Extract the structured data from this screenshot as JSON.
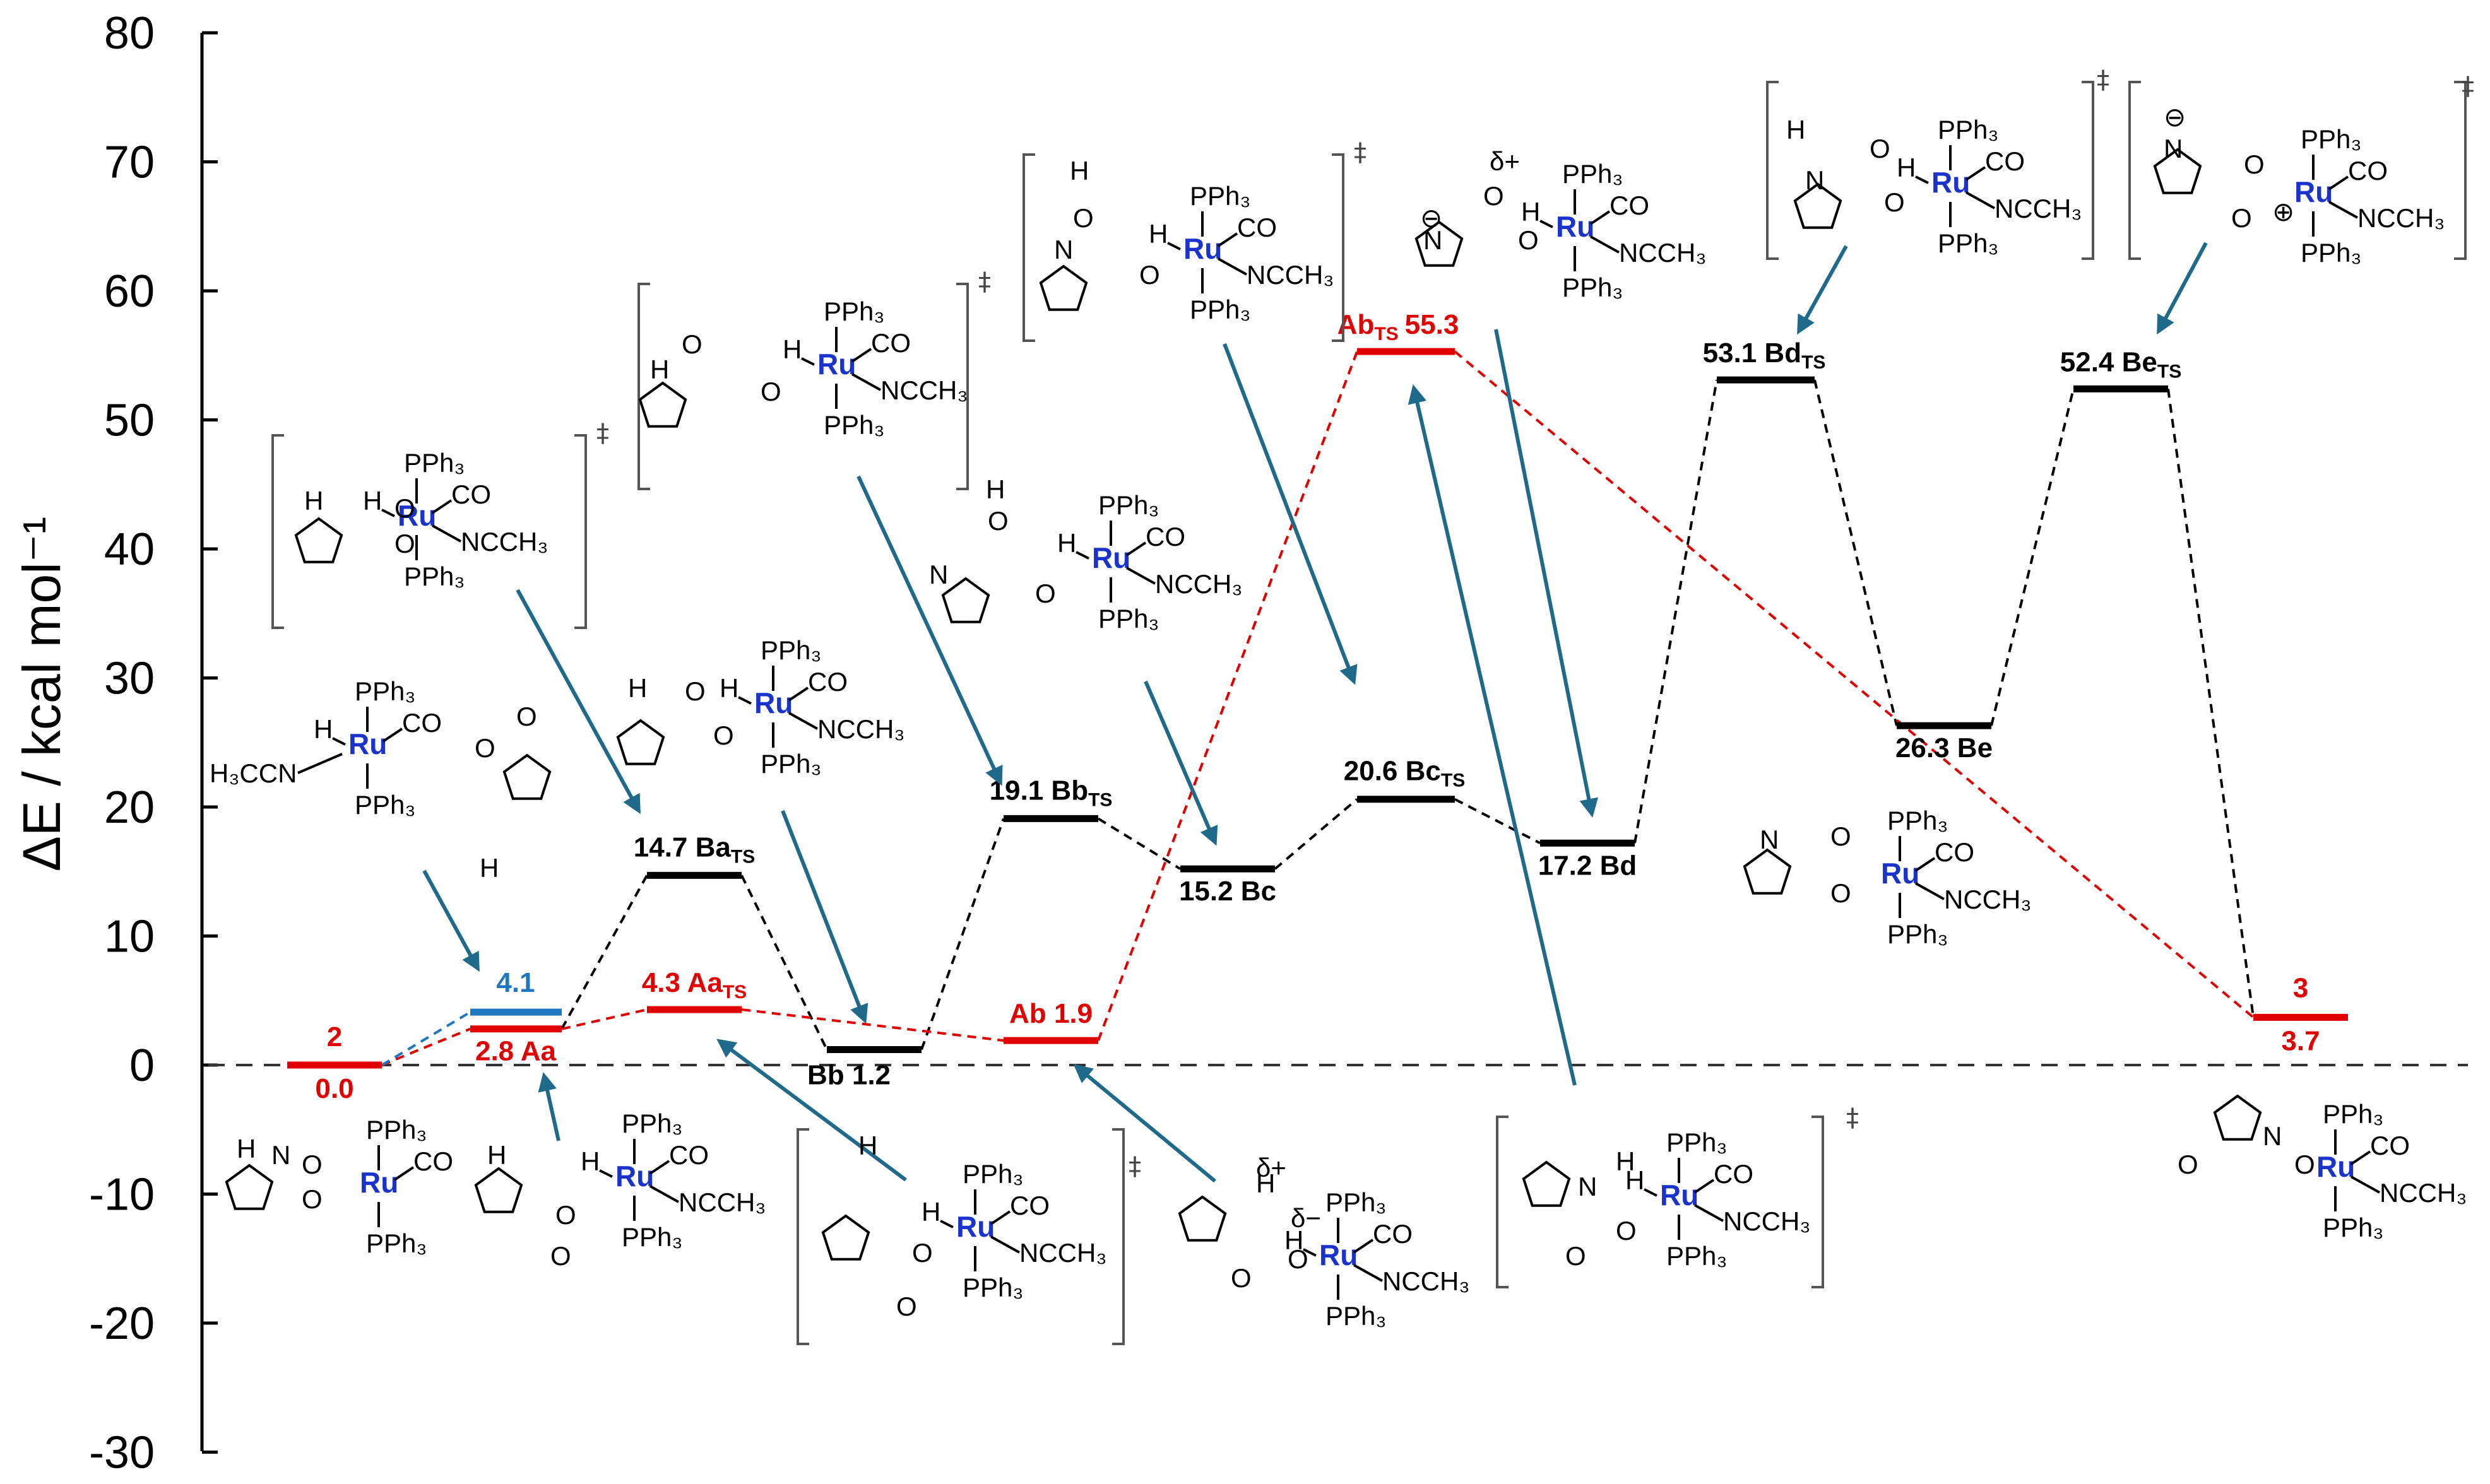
{
  "axis": {
    "ylabel": "ΔE / kcal mol⁻¹",
    "ylim": [
      -30,
      80
    ],
    "ticks": [
      "80",
      "70",
      "60",
      "50",
      "40",
      "30",
      "20",
      "10",
      "0",
      "-10",
      "-20",
      "-30"
    ]
  },
  "chart_data": {
    "type": "energy-profile",
    "ylabel": "ΔE / kcal mol⁻¹",
    "ylim": [
      -30,
      80
    ],
    "levels": [
      {
        "id": "2",
        "label": "2",
        "sub": "",
        "energy": 0.0,
        "energy_label": "0.0",
        "color": "#e00000"
      },
      {
        "id": "4.1",
        "label": "4.1",
        "sub": "",
        "energy": 4.1,
        "energy_label": "",
        "color": "#1f77c0"
      },
      {
        "id": "Aa",
        "label": "2.8 Aa",
        "sub": "",
        "energy": 2.8,
        "energy_label": "",
        "color": "#e00000"
      },
      {
        "id": "AaTS",
        "label": "4.3 Aa",
        "sub": "TS",
        "energy": 4.3,
        "energy_label": "",
        "color": "#e00000"
      },
      {
        "id": "BaTS",
        "label": "14.7 Ba",
        "sub": "TS",
        "energy": 14.7,
        "energy_label": "",
        "color": "#000000"
      },
      {
        "id": "Bb",
        "label": "Bb 1.2",
        "sub": "",
        "energy": 1.2,
        "energy_label": "",
        "color": "#000000"
      },
      {
        "id": "Ab",
        "label": "Ab 1.9",
        "sub": "",
        "energy": 1.9,
        "energy_label": "",
        "color": "#e00000"
      },
      {
        "id": "BbTS",
        "label": "19.1 Bb",
        "sub": "TS",
        "energy": 19.1,
        "energy_label": "",
        "color": "#000000"
      },
      {
        "id": "Bc",
        "label": "15.2 Bc",
        "sub": "",
        "energy": 15.2,
        "energy_label": "",
        "color": "#000000"
      },
      {
        "id": "BcTS",
        "label": "20.6 Bc",
        "sub": "TS",
        "energy": 20.6,
        "energy_label": "",
        "color": "#000000"
      },
      {
        "id": "AbTS",
        "label": "Ab",
        "sub": "TS",
        "label2": "55.3",
        "energy": 55.3,
        "energy_label": "",
        "color": "#e00000"
      },
      {
        "id": "Bd",
        "label": "17.2 Bd",
        "sub": "",
        "energy": 17.2,
        "energy_label": "",
        "color": "#000000"
      },
      {
        "id": "BdTS",
        "label": "53.1 Bd",
        "sub": "TS",
        "energy": 53.1,
        "energy_label": "",
        "color": "#000000"
      },
      {
        "id": "Be",
        "label": "26.3 Be",
        "sub": "",
        "energy": 26.3,
        "energy_label": "",
        "color": "#000000"
      },
      {
        "id": "BeTS",
        "label": "52.4 Be",
        "sub": "TS",
        "energy": 52.4,
        "energy_label": "",
        "color": "#000000"
      },
      {
        "id": "3",
        "label": "3",
        "sub": "",
        "energy": 3.7,
        "energy_label": "3.7",
        "color": "#e00000"
      }
    ]
  },
  "molecules": {
    "ru": "Ru",
    "pph3": "PPh₃",
    "co": "CO",
    "ncch3": "NCCH₃",
    "h3ccn": "H₃CCN",
    "h": "H",
    "n": "N",
    "o": "O",
    "delta_plus": "δ+",
    "delta_minus": "δ−",
    "dagger": "‡",
    "minus": "⊖",
    "plus": "⊕"
  },
  "colors": {
    "red_path": "#e00000",
    "black_path": "#000000",
    "blue_level": "#1f77c0",
    "arrow": "#1f6a8a",
    "ruthenium": "#1a33cc"
  }
}
